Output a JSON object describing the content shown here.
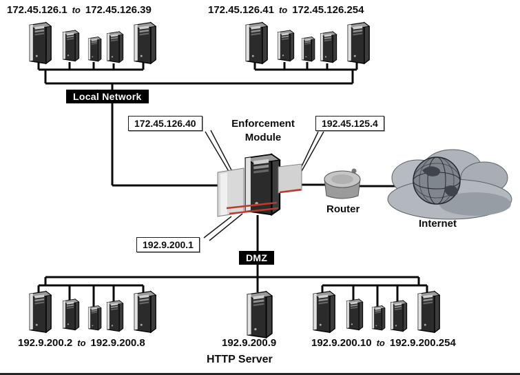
{
  "ranges": {
    "local_a": {
      "from": "172.45.126.1",
      "word": "to",
      "to": "172.45.126.39"
    },
    "local_b": {
      "from": "172.45.126.41",
      "word": "to",
      "to": "172.45.126.254"
    },
    "dmz_a": {
      "from": "192.9.200.2",
      "word": "to",
      "to": "192.9.200.8"
    },
    "dmz_b": {
      "from": "192.9.200.10",
      "word": "to",
      "to": "192.9.200.254"
    }
  },
  "nodes": {
    "local_network": "Local Network",
    "enforcement_module": "Enforcement Module",
    "router": "Router",
    "internet": "Internet",
    "dmz": "DMZ",
    "http_server": "HTTP Server",
    "http_server_ip": "192.9.200.9"
  },
  "interfaces": {
    "internal_ip": "172.45.126.40",
    "external_ip": "192.45.125.4",
    "dmz_ip": "192.9.200.1"
  },
  "icons": {
    "computer": "tower-computer-icon",
    "enforcement_module": "firewall-tower-icon",
    "router": "router-icon",
    "internet": "globe-cloud-icon"
  },
  "colors": {
    "wire": "#0a0a0a",
    "accent_red": "#bf3a2e",
    "tag_bg": "#000000",
    "tag_fg": "#ffffff",
    "background": "#ffffff"
  }
}
